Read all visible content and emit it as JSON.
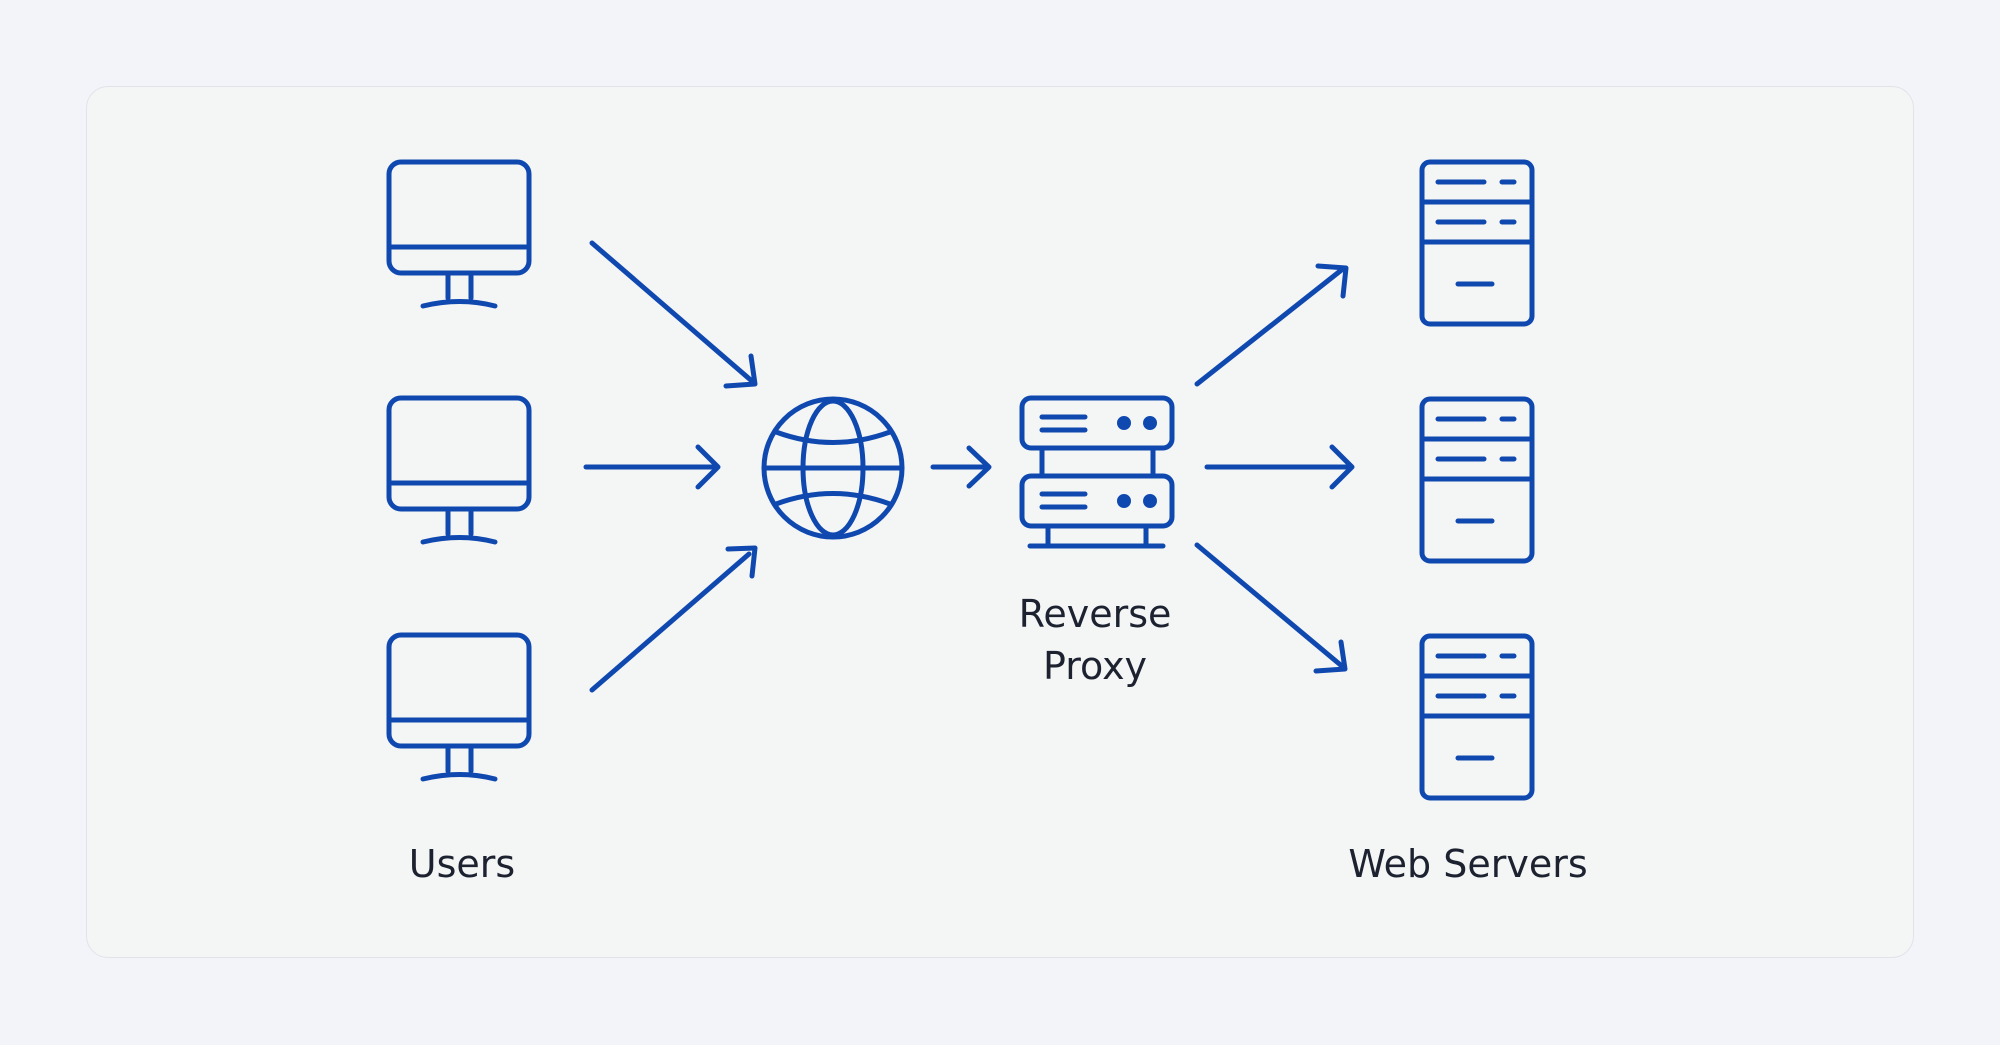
{
  "diagram": {
    "labels": {
      "users": "Users",
      "proxy_line1": "Reverse",
      "proxy_line2": "Proxy",
      "servers": "Web Servers"
    },
    "nodes": {
      "users": [
        "monitor-icon",
        "monitor-icon",
        "monitor-icon"
      ],
      "network": "globe-icon",
      "proxy": "server-rack-icon",
      "servers": [
        "server-tower-icon",
        "server-tower-icon",
        "server-tower-icon"
      ]
    },
    "edges": [
      {
        "from": "user-1",
        "to": "internet"
      },
      {
        "from": "user-2",
        "to": "internet"
      },
      {
        "from": "user-3",
        "to": "internet"
      },
      {
        "from": "internet",
        "to": "reverse-proxy"
      },
      {
        "from": "reverse-proxy",
        "to": "web-server-1"
      },
      {
        "from": "reverse-proxy",
        "to": "web-server-2"
      },
      {
        "from": "reverse-proxy",
        "to": "web-server-3"
      }
    ],
    "colors": {
      "icon_stroke": "#0f49b0",
      "card_background": "#f4f5f5",
      "page_background": "#f2f4fa",
      "text": "#1d2230"
    }
  }
}
